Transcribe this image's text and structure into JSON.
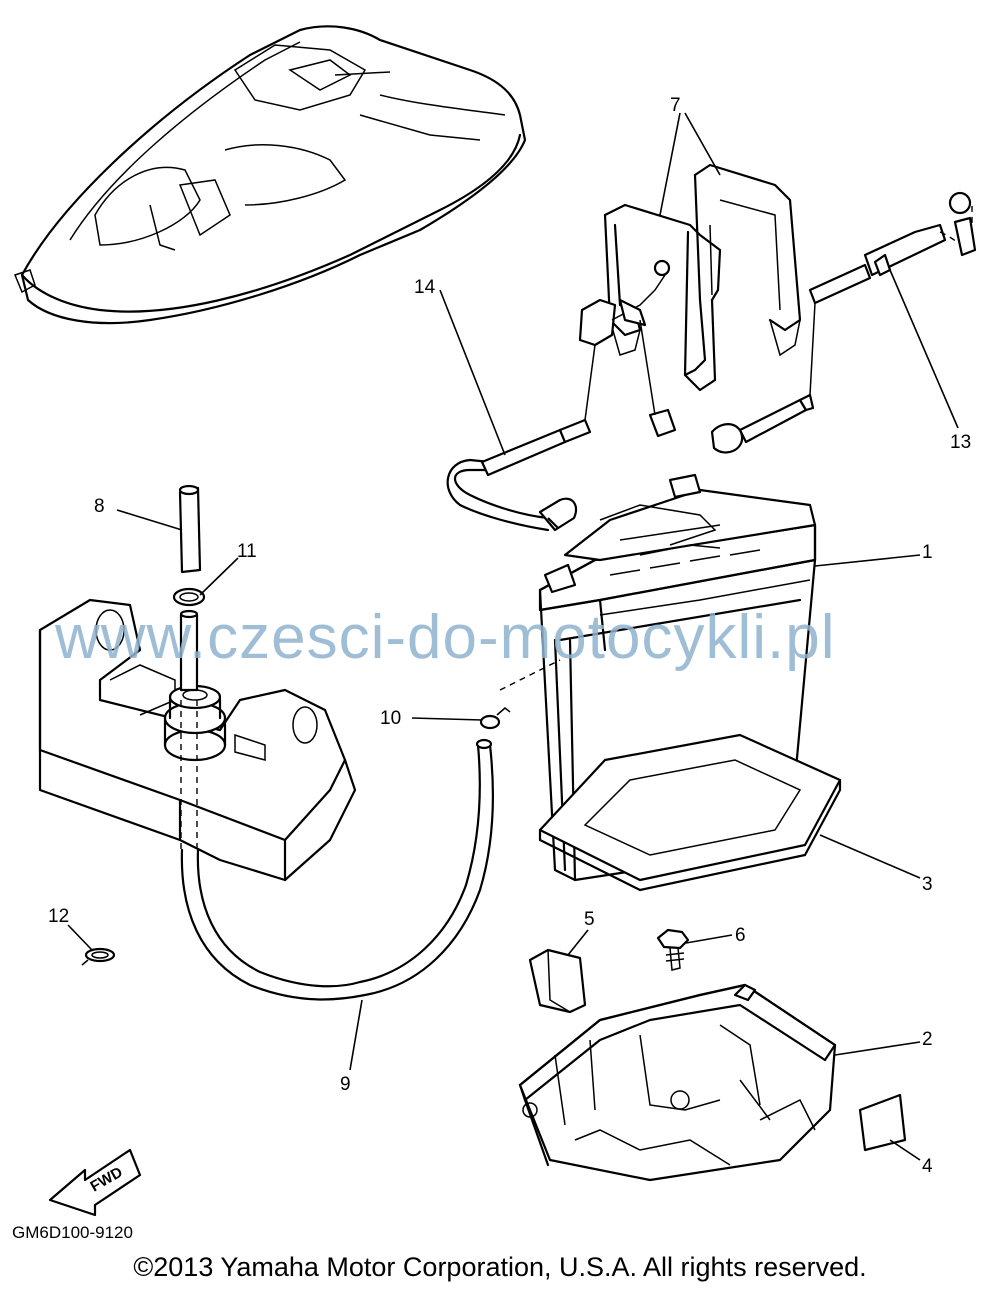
{
  "watermark": "www.czesci-do-motocykli.pl",
  "diagram_code": "GM6D100-9120",
  "copyright": "©2013 Yamaha Motor Corporation, U.S.A. All rights reserved.",
  "fwd_label": "FWD",
  "callouts": {
    "c1": "1",
    "c2": "2",
    "c3": "3",
    "c4": "4",
    "c5": "5",
    "c6": "6",
    "c7": "7",
    "c8": "8",
    "c9": "9",
    "c10": "10",
    "c11": "11",
    "c12": "12",
    "c13": "13",
    "c14": "14"
  }
}
